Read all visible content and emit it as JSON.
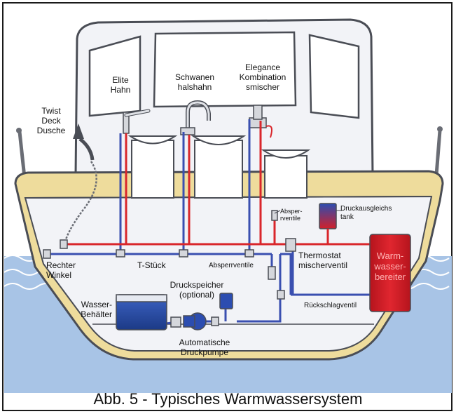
{
  "labels": {
    "twist_deck_dusche": [
      "Twist",
      "Deck",
      "Dusche"
    ],
    "elite_hahn": [
      "Elite",
      "Hahn"
    ],
    "schwanenhalshahn": [
      "Schwanen",
      "halshahn"
    ],
    "elegance": [
      "Elegance",
      "Kombination",
      "smischer"
    ],
    "absperrventile_top": [
      "Absper-",
      "rventile"
    ],
    "druckausgleichstank": [
      "Druckausgleichs",
      "tank"
    ],
    "warmwasserbereiter": [
      "Warm-",
      "wasser-",
      "bereiter"
    ],
    "rechter_winkel": [
      "Rechter",
      "Winkel"
    ],
    "t_stueck": "T-Stück",
    "absperrventile_bottom": "Absperrventile",
    "thermostat": [
      "Thermostat",
      "mischerventil"
    ],
    "druckspeicher": [
      "Druckspeicher",
      "(optional)"
    ],
    "wasserbehaelter": [
      "Wasser-",
      "Behälter"
    ],
    "rueckschlagventil": "Rückschlagventil",
    "automatische_druckpumpe": [
      "Automatische",
      "Druckpumpe"
    ]
  },
  "caption": "Abb. 5 - Typisches Warmwassersystem",
  "colors": {
    "hot_pipe": "#d9262b",
    "cold_pipe": "#3a4fb0",
    "hull_fill": "#f2f3f7",
    "hull_stroke": "#4a4d55",
    "deck_band": "#eedc9c",
    "water": "#a8c4e6",
    "tank_blue": "#274c9e",
    "heater_red": "#d2202a"
  }
}
